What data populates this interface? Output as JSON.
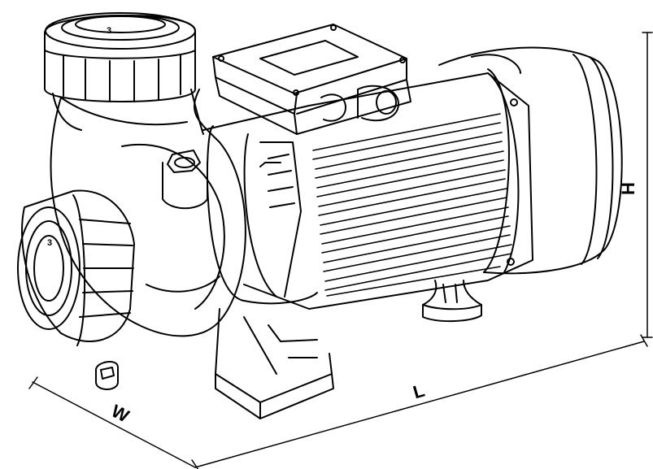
{
  "drawing": {
    "subject": "",
    "dimensions": {
      "height_label": "H",
      "length_label": "L",
      "width_label": "W"
    },
    "port_marks": {
      "inlet": "3",
      "outlet": "3"
    },
    "colors": {
      "line": "#000000",
      "background": "#ffffff"
    }
  }
}
